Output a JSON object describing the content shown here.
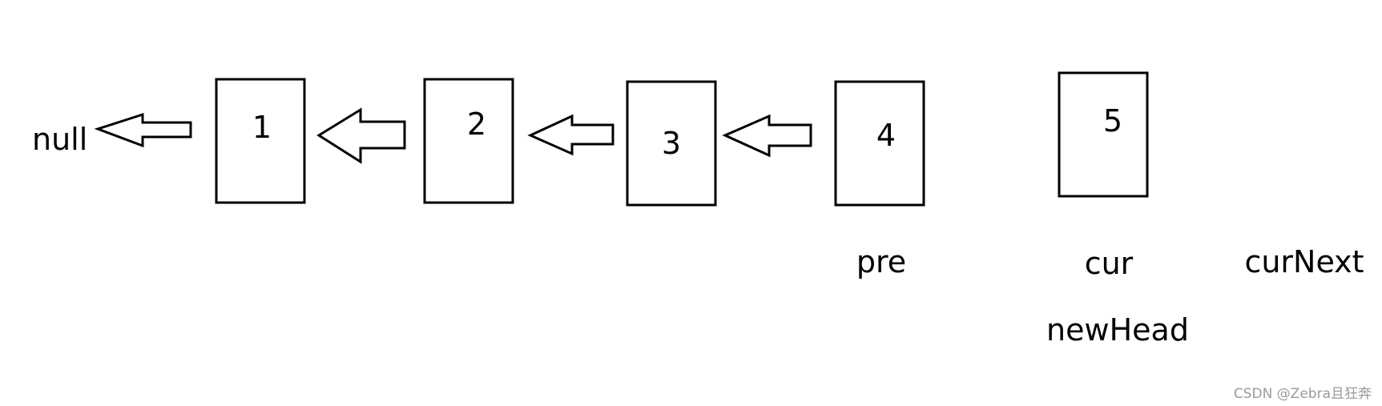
{
  "nodes": [
    {
      "id": "n1",
      "value": "1"
    },
    {
      "id": "n2",
      "value": "2"
    },
    {
      "id": "n3",
      "value": "3"
    },
    {
      "id": "n4",
      "value": "4"
    },
    {
      "id": "n5",
      "value": "5"
    }
  ],
  "labels": {
    "null": "null",
    "pre": "pre",
    "cur": "cur",
    "new_head": "newHead",
    "cur_next": "curNext"
  },
  "watermark": "CSDN @Zebra且狂奔",
  "colors": {
    "stroke": "#000000",
    "background": "#ffffff",
    "watermark": "#9a9a9a"
  }
}
